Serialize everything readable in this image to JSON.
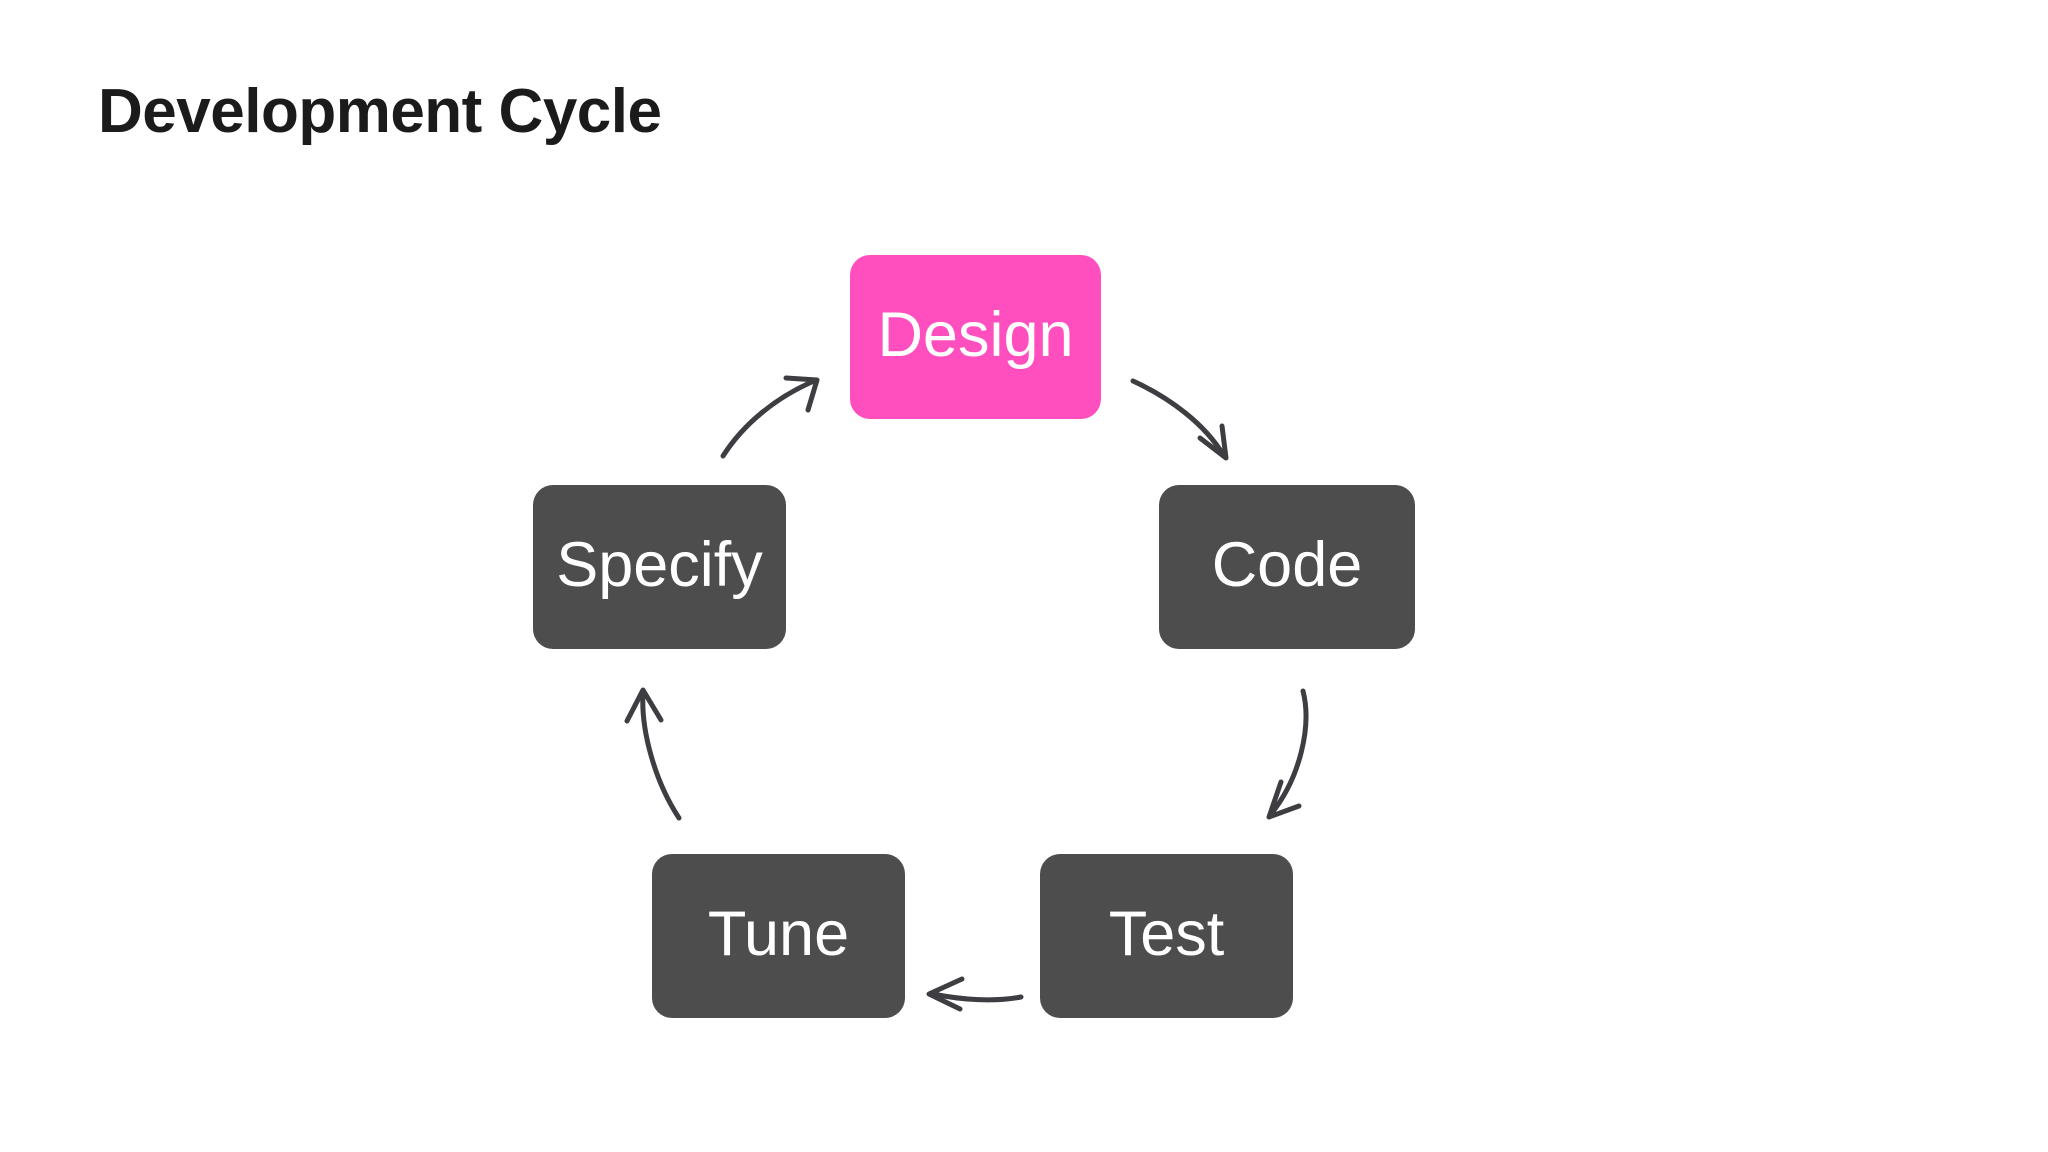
{
  "slide": {
    "title": "Development Cycle",
    "background_color": "#ffffff",
    "title_color": "#1b1b1b"
  },
  "diagram": {
    "type": "cycle",
    "name": "development-cycle-diagram",
    "highlight_color": "#ff4fbe",
    "node_color": "#4d4d4d",
    "node_text_color": "#ffffff",
    "arrow_color": "#3d3d42",
    "nodes": [
      {
        "id": "design",
        "label": "Design",
        "color": "#ff4fbe",
        "highlighted": true
      },
      {
        "id": "code",
        "label": "Code",
        "color": "#4d4d4d",
        "highlighted": false
      },
      {
        "id": "test",
        "label": "Test",
        "color": "#4d4d4d",
        "highlighted": false
      },
      {
        "id": "tune",
        "label": "Tune",
        "color": "#4d4d4d",
        "highlighted": false
      },
      {
        "id": "specify",
        "label": "Specify",
        "color": "#4d4d4d",
        "highlighted": false
      }
    ],
    "edges": [
      {
        "from": "design",
        "to": "code"
      },
      {
        "from": "code",
        "to": "test"
      },
      {
        "from": "test",
        "to": "tune"
      },
      {
        "from": "tune",
        "to": "specify"
      },
      {
        "from": "specify",
        "to": "design"
      }
    ]
  }
}
